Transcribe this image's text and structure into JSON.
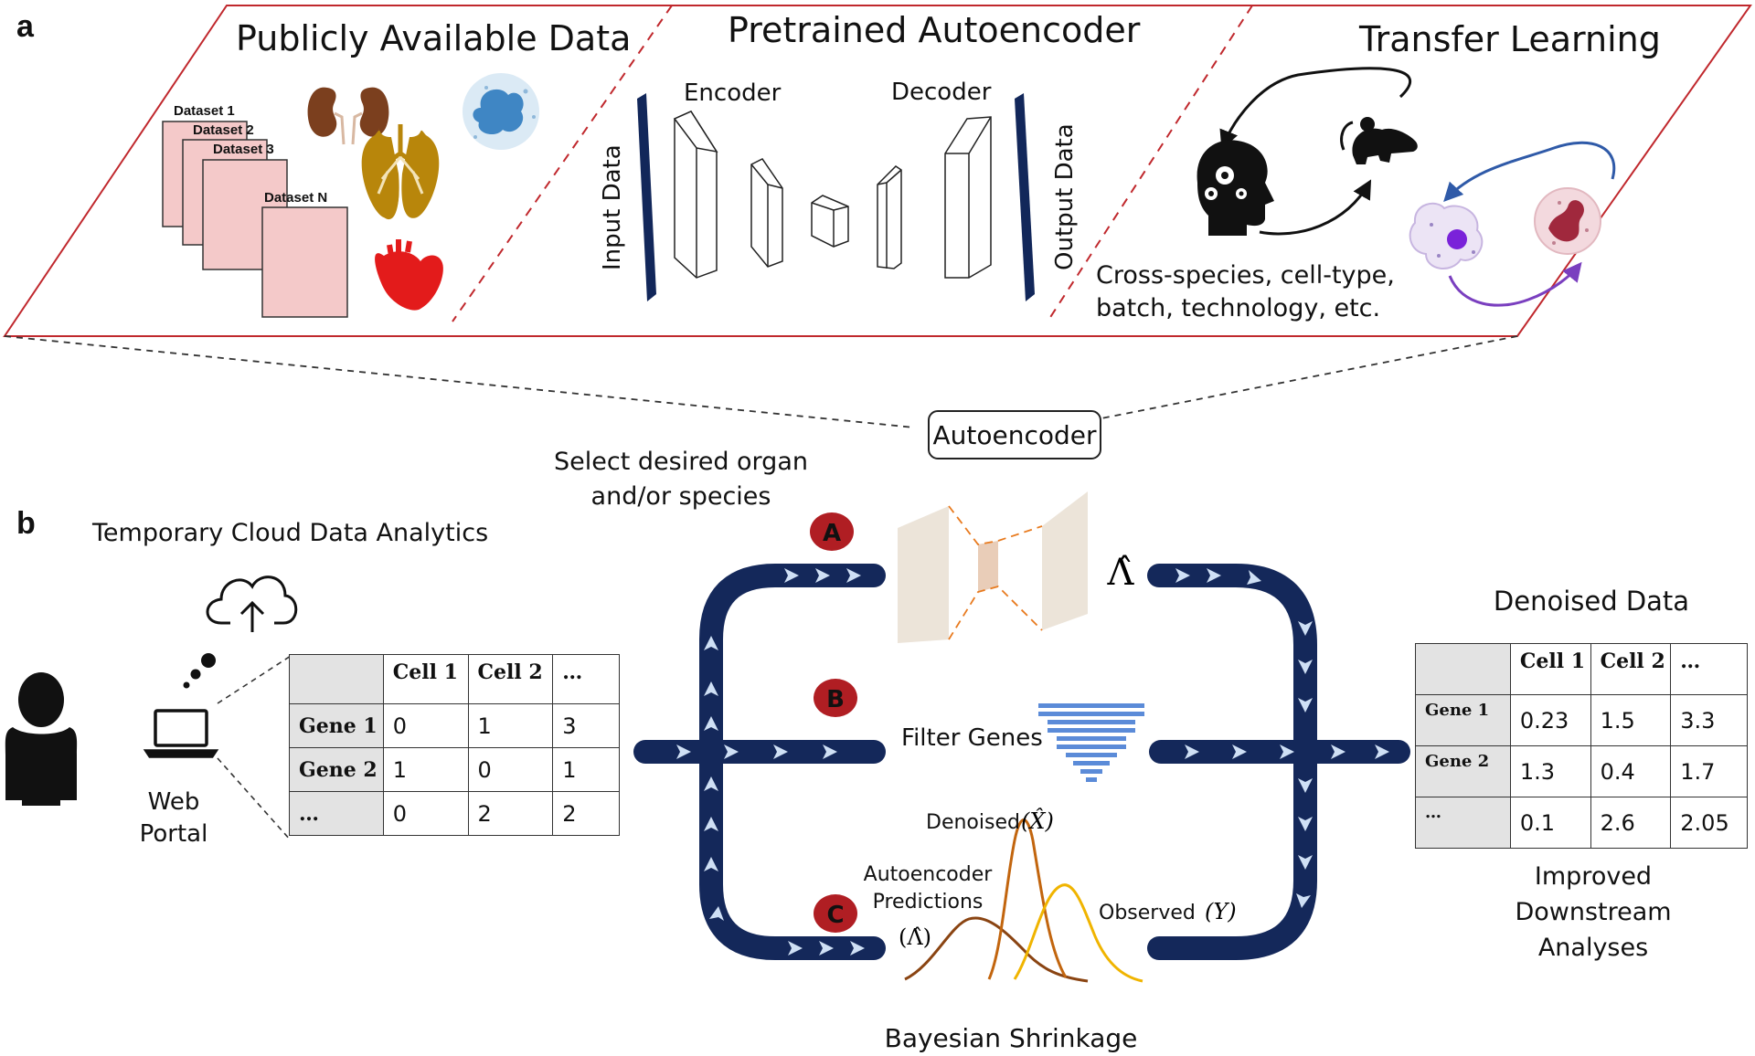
{
  "panel_a": {
    "label": "a",
    "publicly_available": {
      "title": "Publicly Available Data",
      "datasets": [
        "Dataset 1",
        "Dataset 2",
        "Dataset 3",
        "Dataset N"
      ]
    },
    "pretrained": {
      "title": "Pretrained  Autoencoder",
      "encoder": "Encoder",
      "decoder": "Decoder",
      "input": "Input Data",
      "output": "Output Data"
    },
    "transfer": {
      "title": "Transfer  Learning",
      "caption_line1": "Cross-species, cell-type,",
      "caption_line2": "batch, technology, etc."
    }
  },
  "autoencoder_box": "Autoencoder",
  "panel_b": {
    "label": "b",
    "cloud_title": "Temporary Cloud Data Analytics",
    "web_portal_line1": "Web",
    "web_portal_line2": "Portal",
    "select_line1": "Select desired organ",
    "select_line2": "and/or species",
    "route_A": "A",
    "route_B": "B",
    "route_C": "C",
    "lambda_hat": "Λ̂",
    "filter_genes": "Filter Genes",
    "denoised_label": "Denoised",
    "denoised_sym": "(X̂)",
    "ae_pred_line1": "Autoencoder",
    "ae_pred_line2": "Predictions",
    "ae_pred_sym": "(Λ̂)",
    "observed_label": "Observed",
    "observed_sym": "(Y)",
    "bayesian": "Bayesian Shrinkage",
    "denoised_data_title": "Denoised Data",
    "improved_line1": "Improved",
    "improved_line2": "Downstream",
    "improved_line3": "Analyses",
    "input_table": {
      "columns": [
        "Cell 1",
        "Cell 2",
        "…"
      ],
      "rows": [
        {
          "gene": "Gene 1",
          "values": [
            "0",
            "1",
            "3"
          ]
        },
        {
          "gene": "Gene 2",
          "values": [
            "1",
            "0",
            "1"
          ]
        },
        {
          "gene": "…",
          "values": [
            "0",
            "2",
            "2"
          ]
        }
      ]
    },
    "output_table": {
      "columns": [
        "Cell 1",
        "Cell 2",
        "…"
      ],
      "rows": [
        {
          "gene": "Gene 1",
          "values": [
            "0.23",
            "1.5",
            "3.3"
          ]
        },
        {
          "gene": "Gene 2",
          "values": [
            "1.3",
            "0.4",
            "1.7"
          ]
        },
        {
          "gene": "…",
          "values": [
            "0.1",
            "2.6",
            "2.05"
          ]
        }
      ]
    }
  },
  "colors": {
    "frame_red": "#c0282d",
    "pipe_navy": "#14285a",
    "badge_red": "#b01e23",
    "dataset_pink": "#f4c9c9",
    "curve_dark": "#8a4412",
    "curve_mid": "#c2650e",
    "curve_yellow": "#f0b400"
  }
}
